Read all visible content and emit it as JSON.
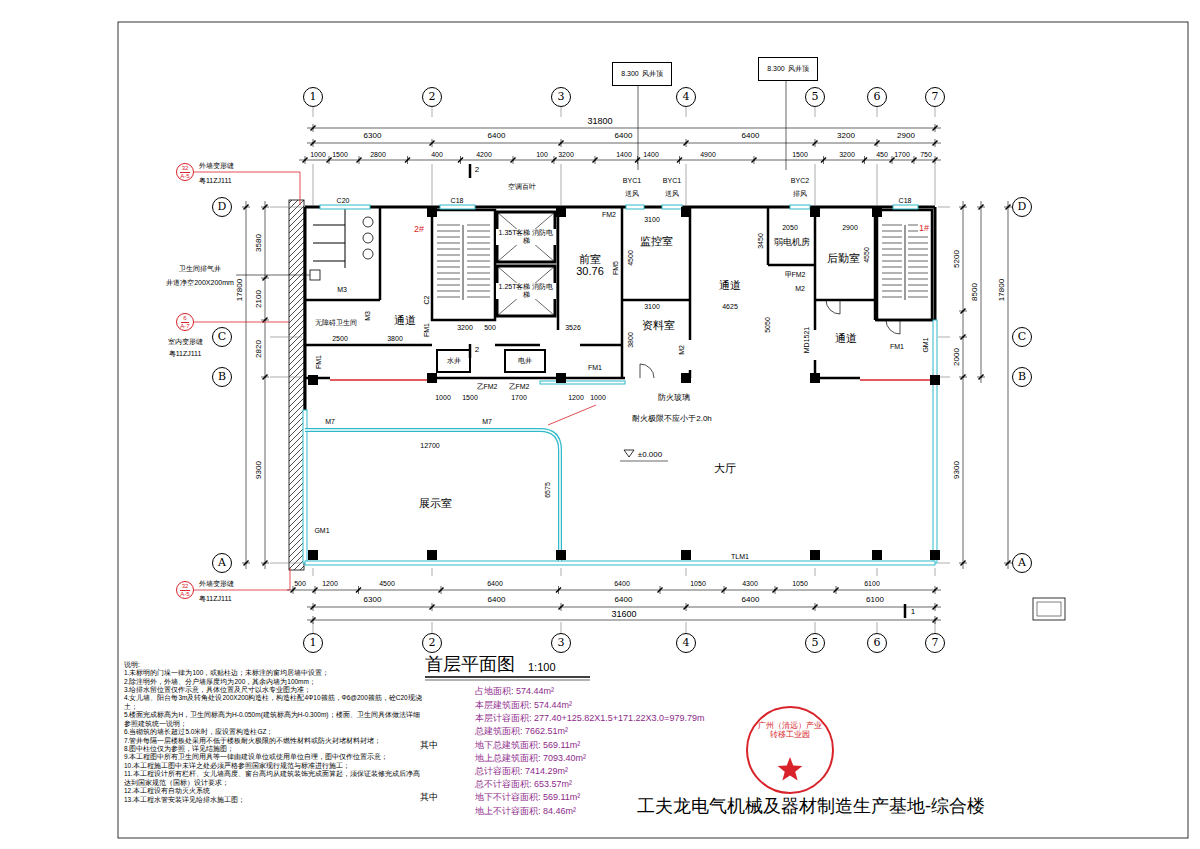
{
  "diagram": {
    "title": "首层平面图",
    "caption": "工夫龙电气机械及器材制造生产基地-综合楼",
    "nodes": [
      {
        "text": [
          "1"
        ]
      },
      {
        "text": [
          "2"
        ]
      },
      {
        "text": [
          "3"
        ]
      },
      {
        "text": [
          "4"
        ]
      },
      {
        "text": [
          "5"
        ]
      },
      {
        "text": [
          "6"
        ]
      },
      {
        "text": [
          "7"
        ]
      },
      {
        "text": [
          "1"
        ]
      },
      {
        "text": [
          "2"
        ]
      },
      {
        "text": [
          "3"
        ]
      },
      {
        "text": [
          "4"
        ]
      },
      {
        "text": [
          "5"
        ]
      },
      {
        "text": [
          "6"
        ]
      },
      {
        "text": [
          "7"
        ]
      },
      {
        "text": [
          "D"
        ]
      },
      {
        "text": [
          "C"
        ]
      },
      {
        "text": [
          "B"
        ]
      },
      {
        "text": [
          "A"
        ]
      },
      {
        "text": [
          "D"
        ]
      },
      {
        "text": [
          "C"
        ]
      },
      {
        "text": [
          "B"
        ]
      },
      {
        "text": [
          "A"
        ]
      },
      {
        "text": [
          "32",
          "A-5"
        ]
      },
      {
        "text": [
          "6",
          "A-7"
        ]
      },
      {
        "text": [
          "32",
          "A-5"
        ]
      },
      {
        "text": [
          "8.300",
          "风井顶"
        ]
      },
      {
        "text": [
          "8.300",
          "风井顶"
        ]
      },
      {
        "text": [
          "无障碍卫生间"
        ]
      },
      {
        "text": [
          "通道"
        ]
      },
      {
        "text": [
          "1.35T客梯 消防电梯"
        ]
      },
      {
        "text": [
          "1.25T客梯 消防电梯"
        ]
      },
      {
        "text": [
          "前室",
          "30.76"
        ]
      },
      {
        "text": [
          "监控室"
        ]
      },
      {
        "text": [
          "资料室"
        ]
      },
      {
        "text": [
          "通道"
        ]
      },
      {
        "text": [
          "弱电机房"
        ]
      },
      {
        "text": [
          "后勤室"
        ]
      },
      {
        "text": [
          "通道"
        ]
      },
      {
        "text": [
          "水井"
        ]
      },
      {
        "text": [
          "电井"
        ]
      },
      {
        "text": [
          "展示室"
        ]
      },
      {
        "text": [
          "大厅"
        ]
      },
      {
        "text": [
          "广州（清远）产业转移工业园"
        ]
      }
    ],
    "labels": [
      "31800",
      "6300",
      "6400",
      "6400",
      "6400",
      "3200",
      "2900",
      "1000",
      "1500",
      "2800",
      "400",
      "4200",
      "100",
      "3200",
      "1400",
      "1400",
      "4900",
      "1500",
      "3200",
      "450",
      "1700",
      "750",
      "500",
      "1200",
      "4500",
      "6400",
      "6400",
      "1050",
      "4300",
      "1050",
      "6100",
      "6300",
      "6400",
      "6400",
      "6400",
      "6100",
      "31600",
      "3580",
      "2100",
      "2820",
      "17800",
      "9300",
      "5200",
      "8500",
      "2000",
      "17800",
      "9300",
      "C20",
      "C18",
      "C18",
      "BYC1",
      "BYC1",
      "BYC2",
      "送风",
      "送风",
      "排风",
      "空调百叶",
      "2",
      "2",
      "2#",
      "1#",
      "M3",
      "M3",
      "C2",
      "FM1",
      "FM1",
      "FM2",
      "FM5",
      "M2",
      "FM1",
      "乙FM2",
      "乙FM2",
      "甲FM2",
      "M2",
      "MD1521",
      "FM1",
      "GM1",
      "GM1",
      "M7",
      "M7",
      "TLM1",
      "1000",
      "1500",
      "1700",
      "1200",
      "1000",
      "3200",
      "500",
      "3526",
      "2500",
      "3800",
      "3100",
      "3100",
      "4625",
      "2050",
      "2900",
      "3450",
      "4550",
      "4500",
      "3800",
      "5050",
      "12700",
      "6575",
      "防火玻璃",
      "耐火极限不应小于2.0h",
      "±0.000",
      "卫生间排气井",
      "井道净空200X200mm",
      "外墙变形缝",
      "粤11ZJ111",
      "室内变形缝",
      "粤11ZJ111",
      "外墙变形缝",
      "粤11ZJ111",
      "1:100",
      "1",
      "占地面积: 574.44m²",
      "本层建筑面积: 574.44m²",
      "本层计容面积: 277.40+125.82X1.5+171.22X3.0=979.79m",
      "总建筑面积: 7662.51m²",
      "其中",
      "地下总建筑面积: 569.11m²",
      "地上总建筑面积: 7093.40m²",
      "总计容面积: 7414.29m²",
      "总不计容面积: 653.57m²",
      "其中",
      "地下不计容面积: 569.11m²",
      "地上不计容面积: 84.46m²",
      "说明:",
      "1.未标明的门垛一律为100，或贴柱边；未标注的窗均居墙中设置；",
      "2.除注明外，外墙、分户墙厚度均为200，其余内墙为100mm；",
      "3.给排水留位置仅作示意，具体位置及尺寸以水专业图为准；",
      "4.女儿墙、阳台每3m及转角处设200X200构造柱，构造柱配4Φ10箍筋，Φ6@200箍筋，砼C20现浇土；",
      "5.楼面完成标高为H，卫生间标高为H-0.050m(建筑标高为H-0.300m)；楼面、卫生间具体做法详细参照建筑统一说明；",
      "6.当砌筑的墙长超过5.0米时，应设置构造柱GZ；",
      "7.管井每隔一层楼板处采用不低于楼板耐火极限的不燃性材料或防火封堵材料封堵；",
      "8.图中柱位仅为参照，详见结施图；",
      "9.本工程图中所有卫生间用具等一律由建设单位或使用单位自理，图中仅作位置示意；",
      "10.本工程施工图中未详之处必须严格参照国家现行规范与标准进行施工；",
      "11.本工程设计所有栏杆、女儿墙高度、窗台高均从建筑装饰完成面算起，须保证装修完成后净高达到国家规范（国标）设计要求；",
      "12.本工程设有自动灭火系统",
      "13.本工程水管安装详见给排水施工图；"
    ]
  }
}
